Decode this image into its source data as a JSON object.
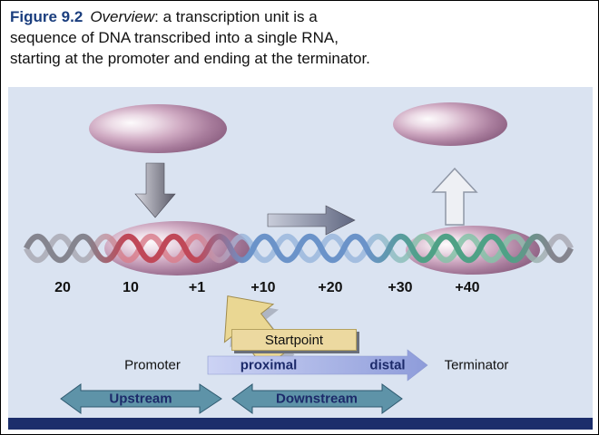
{
  "caption": {
    "figure_label": "Figure 9.2",
    "overview_word": "Overview",
    "line1_rest": ": a transcription unit is a",
    "line2": "sequence of DNA transcribed into a single RNA,",
    "line3": "starting at the promoter and ending at the terminator."
  },
  "diagram": {
    "positions": [
      "20",
      "10",
      "+1",
      "+10",
      "+20",
      "+30",
      "+40"
    ],
    "startpoint_label": "Startpoint",
    "promoter_label": "Promoter",
    "proximal_label": "proximal",
    "distal_label": "distal",
    "terminator_label": "Terminator",
    "upstream_label": "Upstream",
    "downstream_label": "Downstream",
    "colors": {
      "panel_background": "#dae3f1",
      "figure_label_blue": "#1b3e7e",
      "polymerase_purple": "#7e5274",
      "promoter_red": "#c04858",
      "transcribed_blue": "#6b93c9",
      "terminator_green": "#4fa186",
      "dna_gray": "#85858f",
      "startpoint_tan": "#ecd9a0",
      "unit_arrow_periwinkle": "#a3afe4",
      "stream_arrow_teal": "#5e93a8",
      "bottom_bar_navy": "#1c2e6b"
    }
  }
}
